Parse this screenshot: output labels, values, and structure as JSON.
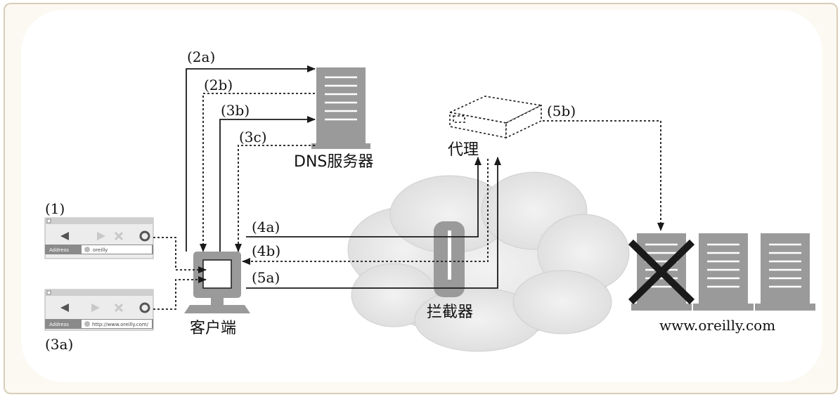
{
  "labels": {
    "step_1": "(1)",
    "step_2a": "(2a)",
    "step_2b": "(2b)",
    "step_3a": "(3a)",
    "step_3b": "(3b)",
    "step_3c": "(3c)",
    "step_4a": "(4a)",
    "step_4b": "(4b)",
    "step_5a": "(5a)",
    "step_5b": "(5b)"
  },
  "nodes": {
    "dns_server": "DNS服务器",
    "proxy": "代理",
    "client": "客户端",
    "interceptor": "拦截器",
    "website": "www.oreilly.com"
  },
  "browsers": {
    "address_label": "Address",
    "url_1": "oreilly",
    "url_3a": "http://www.oreilly.com/"
  },
  "colors": {
    "line": "#1a1a1a",
    "server_gray": "#9a9a9a",
    "cloud": "#e6e6e6"
  }
}
